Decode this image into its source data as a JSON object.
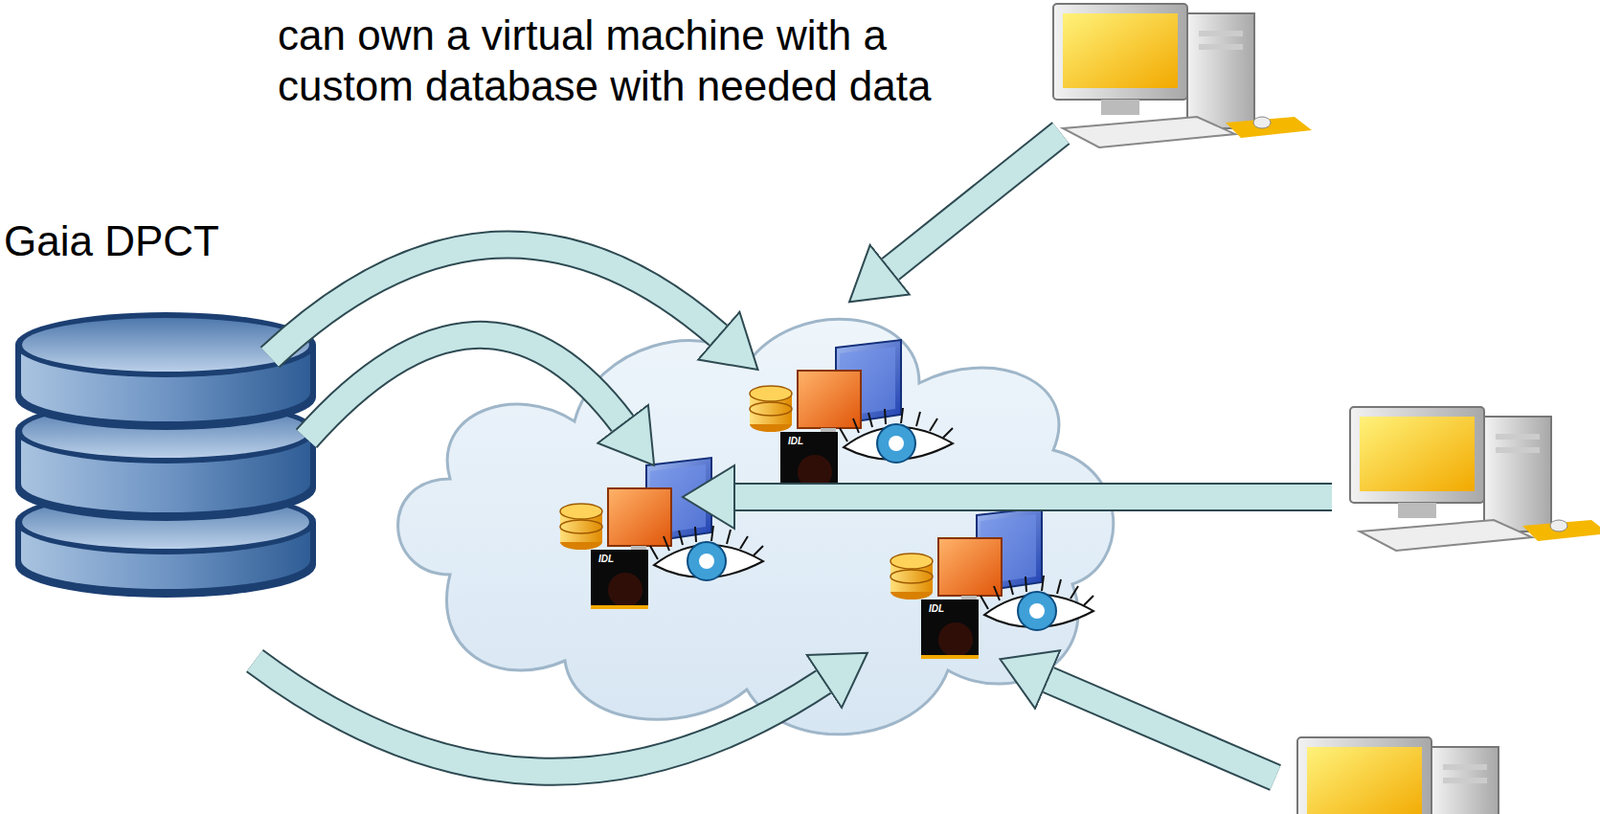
{
  "diagram": {
    "nodes": [
      {
        "text": [
          "Gaia DPCT"
        ]
      }
    ],
    "labels": [
      "can own a virtual machine with a custom database with needed data",
      "IDL",
      "IDL",
      "IDL"
    ]
  }
}
